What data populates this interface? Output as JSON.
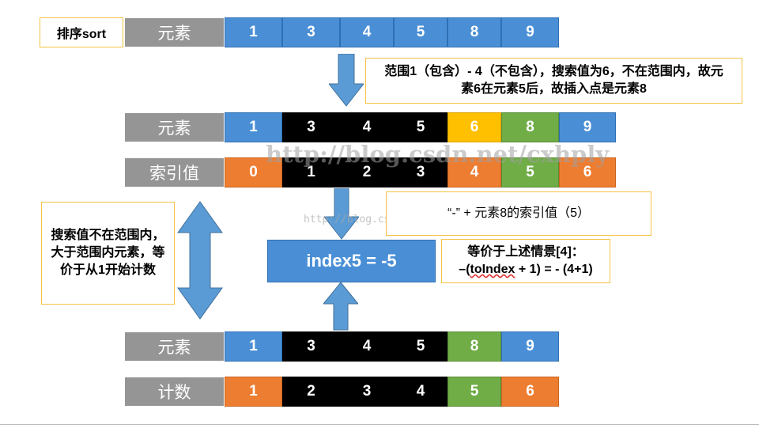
{
  "row_sort": {
    "label": "排序sort",
    "sublabel": "元素",
    "values": [
      "1",
      "3",
      "4",
      "5",
      "8",
      "9"
    ]
  },
  "note_range": "范围1（包含）- 4（不包含），搜索值为6，不在范围内，故元素6在元素5后，故插入点是元素8",
  "row_elements": {
    "label": "元素",
    "values": [
      "1",
      "3",
      "4",
      "5",
      "6",
      "8",
      "9"
    ]
  },
  "row_index": {
    "label": "索引值",
    "values": [
      "0",
      "1",
      "2",
      "3",
      "4",
      "5",
      "6"
    ]
  },
  "note_left": "搜索值不在范围内，大于范围内元素，等价于从1开始计数",
  "note_minus": "“-” + 元素8的索引值（5）",
  "result_box": "index5 = -5",
  "note_equiv": {
    "line1": "等价于上述情景[4]：",
    "line2_prefix": "–(",
    "line2_word": "toIndex",
    "line2_suffix": " + 1) = - (4+1)"
  },
  "row_elements2": {
    "label": "元素",
    "values": [
      "1",
      "3",
      "4",
      "5",
      "8",
      "9"
    ]
  },
  "row_count": {
    "label": "计数",
    "values": [
      "1",
      "2",
      "3",
      "4",
      "5",
      "6"
    ]
  },
  "watermark_main": "http://blog.csdn.net/cxhply",
  "watermark_small": "http://blog.csdn.net/",
  "colors": {
    "blue": "#4a8fd6",
    "black": "#000000",
    "gold": "#ffc000",
    "green": "#70ad47",
    "orange": "#ed7d31",
    "gray": "#959595",
    "arrow": "#5b9bd5"
  }
}
